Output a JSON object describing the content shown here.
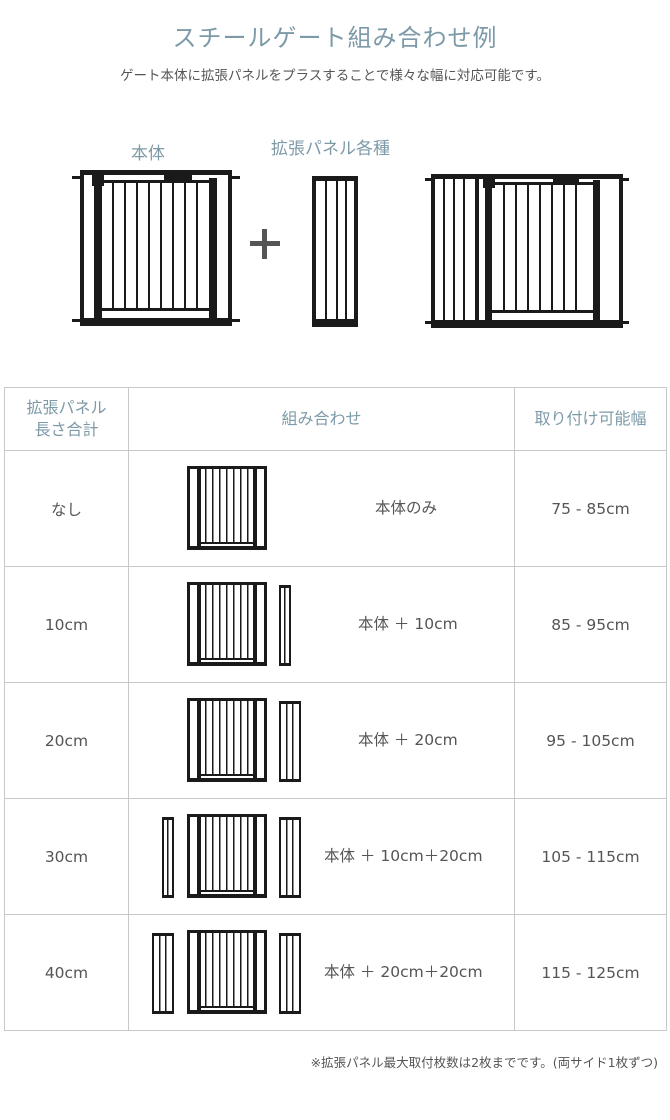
{
  "header": {
    "title": "スチールゲート組み合わせ例",
    "subtitle": "ゲート本体に拡張パネルをプラスすることで様々な幅に対応可能です。"
  },
  "hero": {
    "body_label": "本体",
    "panels_label": "拡張パネル各種",
    "plus": "+"
  },
  "table": {
    "headers": {
      "panel_total": "拡張パネル\n長さ合計",
      "combination": "組み合わせ",
      "width": "取り付け可能幅"
    },
    "rows": [
      {
        "panel_total": "なし",
        "combination": "本体のみ",
        "width": "75 - 85cm"
      },
      {
        "panel_total": "10cm",
        "combination": "本体 ＋ 10cm",
        "width": "85 - 95cm"
      },
      {
        "panel_total": "20cm",
        "combination": "本体 ＋ 20cm",
        "width": "95 - 105cm"
      },
      {
        "panel_total": "30cm",
        "combination": "本体 ＋ 10cm＋20cm",
        "width": "105 - 115cm"
      },
      {
        "panel_total": "40cm",
        "combination": "本体 ＋ 20cm＋20cm",
        "width": "115 - 125cm"
      }
    ]
  },
  "footnote": "※拡張パネル最大取付枚数は2枚までです。(両サイド1枚ずつ)",
  "colors": {
    "accent": "#7d9aa8",
    "gate": "#1a1a1a",
    "border": "#c8c8c8"
  }
}
